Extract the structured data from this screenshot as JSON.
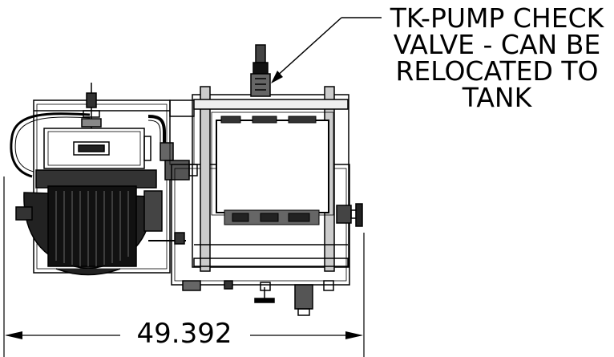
{
  "callout": {
    "lines": [
      "TK-PUMP CHECK",
      "VALVE - CAN BE",
      "RELOCATED TO",
      "TANK"
    ]
  },
  "dimension": {
    "value": "49.392"
  },
  "colors": {
    "line": "#000000",
    "fill_dark": "#111111",
    "fill_mid": "#555555",
    "fill_light": "#dddddd",
    "background": "#ffffff"
  }
}
